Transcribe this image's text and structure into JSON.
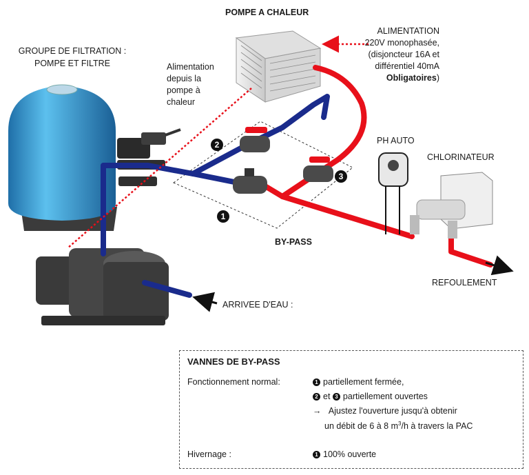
{
  "labels": {
    "heat_pump_title": "POMPE A CHALEUR",
    "filtration_group_line1": "GROUPE DE FILTRATION :",
    "filtration_group_line2": "POMPE ET FILTRE",
    "power_note_line1": "Alimentation",
    "power_note_line2": "depuis la",
    "power_note_line3": "pompe à",
    "power_note_line4": "chaleur",
    "supply_line1": "ALIMENTATION",
    "supply_line2": "220V monophasée,",
    "supply_line3": "(disjoncteur 16A et",
    "supply_line4": "différentiel 40mA",
    "supply_line5": "Obligatoires",
    "supply_line5_end": ")",
    "ph_auto": "PH AUTO",
    "chlorinator": "CHLORINATEUR",
    "bypass": "BY-PASS",
    "discharge": "REFOULEMENT",
    "water_inlet": "ARRIVEE D'EAU :",
    "valve1_marker": "1",
    "valve2_marker": "2",
    "valve3_marker": "3"
  },
  "bypass_box": {
    "title": "VANNES DE BY-PASS",
    "normal_label": "Fonctionnement normal:",
    "normal_marker1": "1",
    "normal_line1": "partiellement fermée,",
    "normal_marker2": "2",
    "normal_et": "et",
    "normal_marker3": "3",
    "normal_line2": "partiellement ouvertes",
    "normal_arrow": "→",
    "normal_line3": "Ajustez l'ouverture jusqu'à obtenir",
    "normal_line4_a": "un débit de 6 à 8 m",
    "normal_line4_sup": "3",
    "normal_line4_b": "/h à travers la PAC",
    "winter_label": "Hivernage :",
    "winter_marker": "1",
    "winter_value": "100% ouverte"
  },
  "colors": {
    "cold_pipe": "#1a2b8c",
    "hot_pipe": "#e8101a",
    "filter_tank": "#3aa0d8",
    "power_dotted": "#e8101a"
  }
}
